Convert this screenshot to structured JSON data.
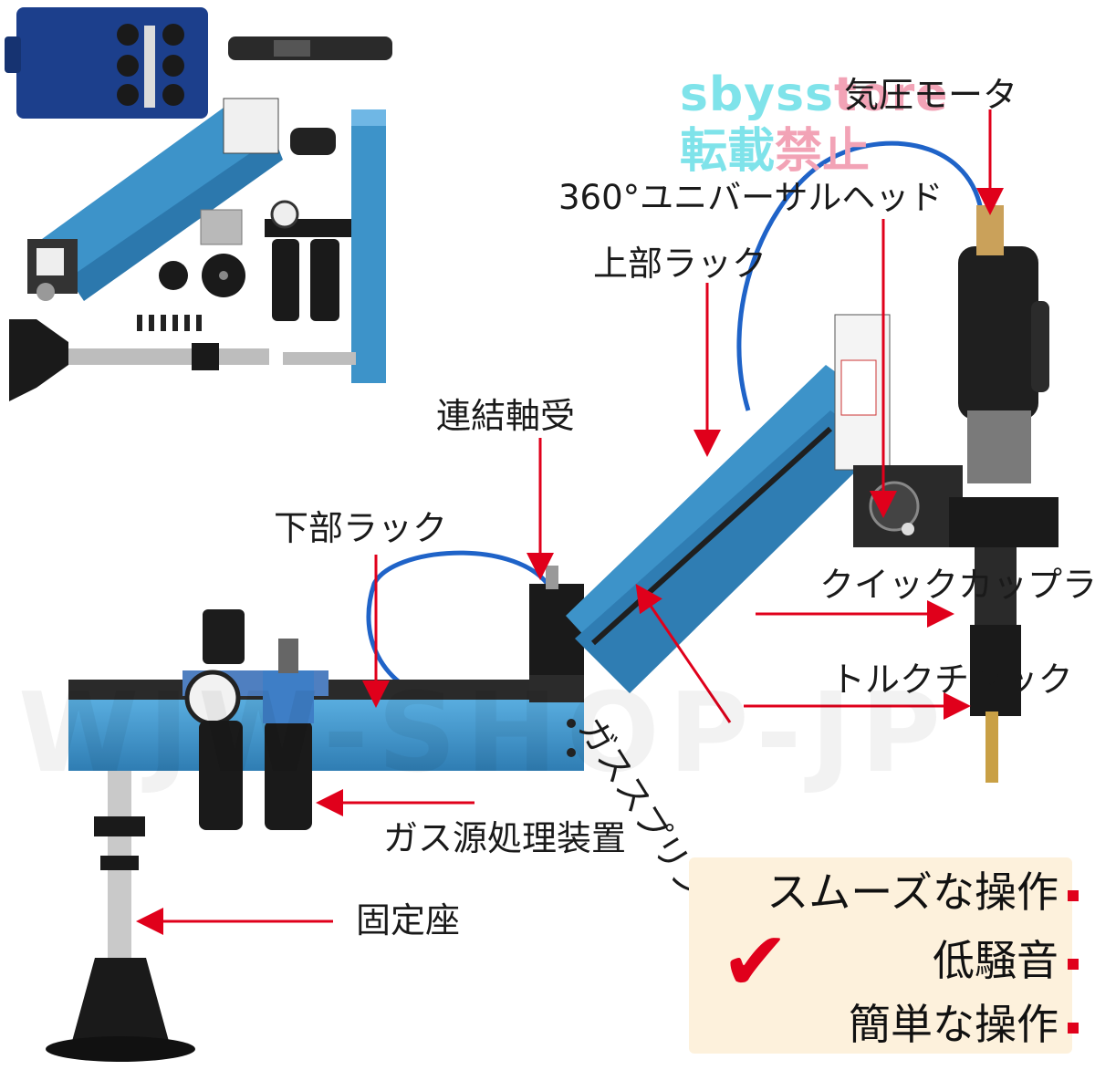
{
  "watermark": {
    "store_a": "sbyss",
    "store_b": "tore",
    "ban_a": "転載",
    "ban_b": "禁止",
    "big_text": "WJW-SHOP-JP"
  },
  "labels": {
    "motor": "気圧モータ",
    "head": "360°ユニバーサルヘッド",
    "upper_rack": "上部ラック",
    "joint": "連結軸受",
    "lower_rack": "下部ラック",
    "coupler": "クイックカップラ",
    "chuck": "トルクチャック",
    "gas_spring": "ガススプリング",
    "air_unit": "ガス源処理装置",
    "base": "固定座"
  },
  "features": {
    "check_icon": "check-icon",
    "items": [
      "スムーズな操作",
      "低騒音",
      "簡単な操作"
    ]
  },
  "colors": {
    "arm_blue": "#3d93c9",
    "arrow_red": "#e0001b",
    "hose_blue": "#1f63c8",
    "panel_bg": "#fdf1dc"
  }
}
